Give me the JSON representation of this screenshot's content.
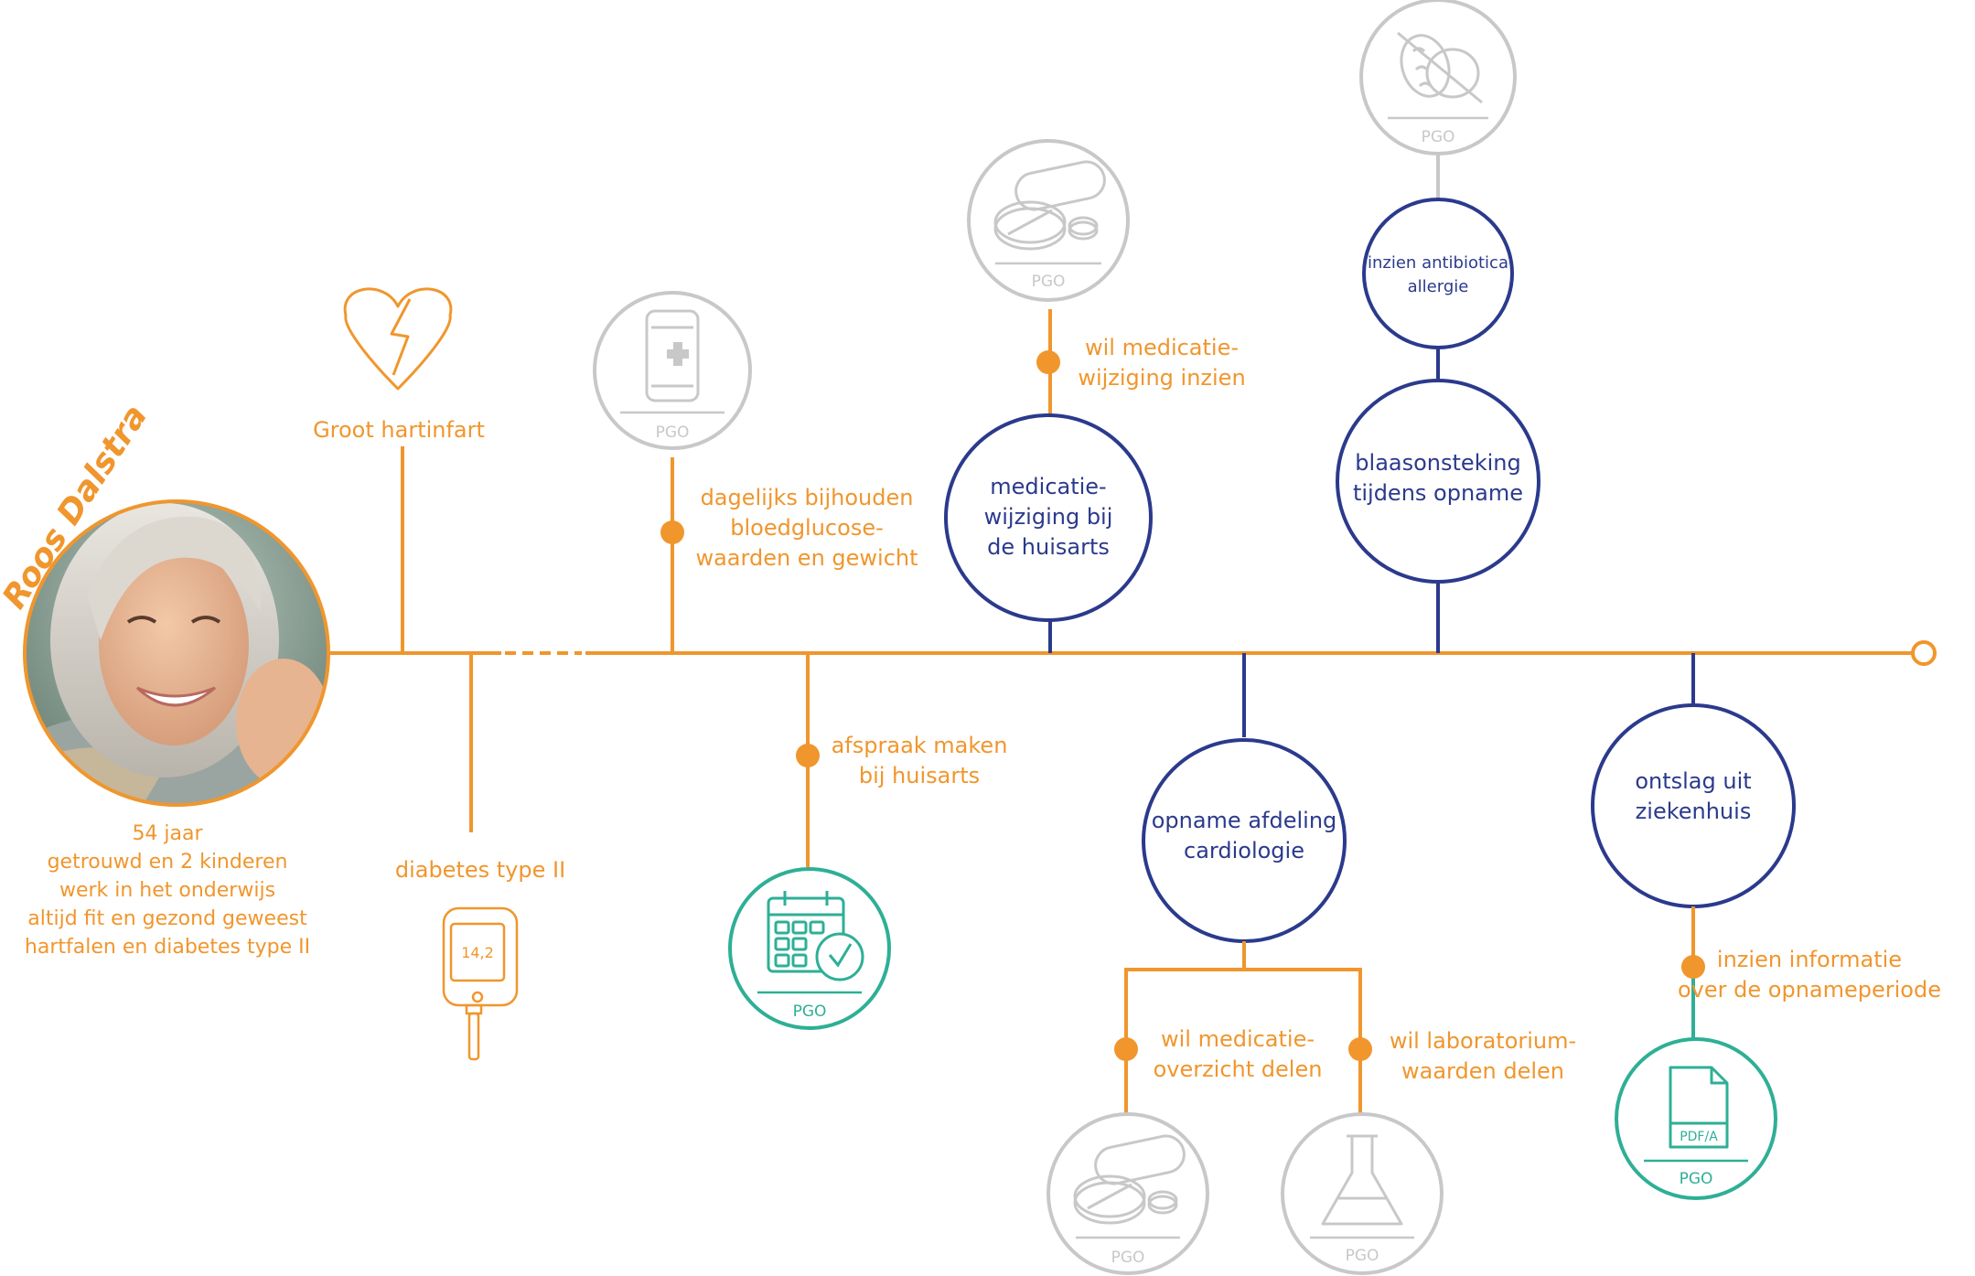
{
  "colors": {
    "orange": "#F0962D",
    "navy": "#2B3A8C",
    "teal": "#2EAF96",
    "gray": "#C8C8C8",
    "white": "#FFFFFF"
  },
  "person": {
    "name": "Roos Dalstra",
    "photo_icon": "smiling-woman-portrait",
    "details": [
      "54 jaar",
      "getrouwd en 2 kinderen",
      "werk in het onderwijs",
      "altijd fit en gezond geweest",
      "hartfalen en diabetes type II"
    ]
  },
  "events": {
    "heart_attack": {
      "label": "Groot hartinfart",
      "icon": "broken-heart-icon"
    },
    "diabetes": {
      "label": "diabetes type II",
      "icon": "glucose-meter-icon",
      "meter_value": "14,2"
    },
    "gp_medication": {
      "label": [
        "medicatie-",
        "wijziging bij",
        "de huisarts"
      ]
    },
    "admission": {
      "label": [
        "opname afdeling",
        "cardiologie"
      ]
    },
    "infection": {
      "label": [
        "blaasonsteking",
        "tijdens opname"
      ]
    },
    "discharge": {
      "label": [
        "ontslag uit",
        "ziekenhuis"
      ]
    },
    "antibiotic": {
      "label": [
        "inzien antibiotica",
        "allergie"
      ]
    }
  },
  "needs": {
    "glucose": [
      "dagelijks bijhouden",
      "bloedglucose-",
      "waarden en gewicht"
    ],
    "appointment": [
      "afspraak maken",
      "bij huisarts"
    ],
    "med_change": [
      "wil medicatie-",
      "wijziging inzien"
    ],
    "med_overview": [
      "wil medicatie-",
      "overzicht delen"
    ],
    "lab_values": [
      "wil laboratorium-",
      "waarden delen"
    ],
    "admission_info": [
      "inzien informatie",
      "over de opnameperiode"
    ]
  },
  "pgo": {
    "label": "PGO",
    "phone": {
      "icon": "smartphone-medical-icon"
    },
    "calendar": {
      "icon": "calendar-clock-icon"
    },
    "pills_top": {
      "icon": "pills-icon"
    },
    "allergy": {
      "icon": "no-peanut-allergy-icon"
    },
    "pills_bottom": {
      "icon": "pills-icon"
    },
    "flask": {
      "icon": "lab-flask-icon"
    },
    "document": {
      "icon": "pdf-document-icon",
      "doc_label": "PDF/A"
    }
  }
}
